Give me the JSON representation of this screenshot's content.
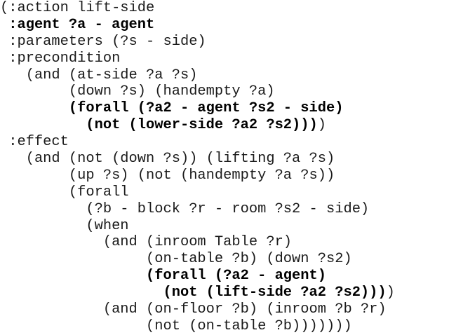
{
  "code_listing": {
    "lines": [
      [
        {
          "text": "(:action lift-side",
          "bold": false
        }
      ],
      [
        {
          "text": " :agent ?a - agent",
          "bold": true
        }
      ],
      [
        {
          "text": " :parameters (?s - side)",
          "bold": false
        }
      ],
      [
        {
          "text": " :precondition",
          "bold": false
        }
      ],
      [
        {
          "text": "   (and (at-side ?a ?s)",
          "bold": false
        }
      ],
      [
        {
          "text": "        (down ?s) (handempty ?a)",
          "bold": false
        }
      ],
      [
        {
          "text": "        (forall (?a2 - agent ?s2 - side)",
          "bold": true
        }
      ],
      [
        {
          "text": "          (not (lower-side ?a2 ?s2)))",
          "bold": true
        },
        {
          "text": ")",
          "bold": false
        }
      ],
      [
        {
          "text": " :effect",
          "bold": false
        }
      ],
      [
        {
          "text": "   (and (not (down ?s)) (lifting ?a ?s)",
          "bold": false
        }
      ],
      [
        {
          "text": "        (up ?s) (not (handempty ?a ?s))",
          "bold": false
        }
      ],
      [
        {
          "text": "        (forall",
          "bold": false
        }
      ],
      [
        {
          "text": "          (?b - block ?r - room ?s2 - side)",
          "bold": false
        }
      ],
      [
        {
          "text": "          (when",
          "bold": false
        }
      ],
      [
        {
          "text": "            (and (inroom Table ?r)",
          "bold": false
        }
      ],
      [
        {
          "text": "                 (on-table ?b) (down ?s2)",
          "bold": false
        }
      ],
      [
        {
          "text": "                 (forall (?a2 - agent)",
          "bold": true
        }
      ],
      [
        {
          "text": "                   (not (lift-side ?a2 ?s2)))",
          "bold": true
        },
        {
          "text": ")",
          "bold": false
        }
      ],
      [
        {
          "text": "            (and (on-floor ?b) (inroom ?b ?r)",
          "bold": false
        }
      ],
      [
        {
          "text": "                 (not (on-table ?b)))))))",
          "bold": false
        }
      ]
    ]
  }
}
